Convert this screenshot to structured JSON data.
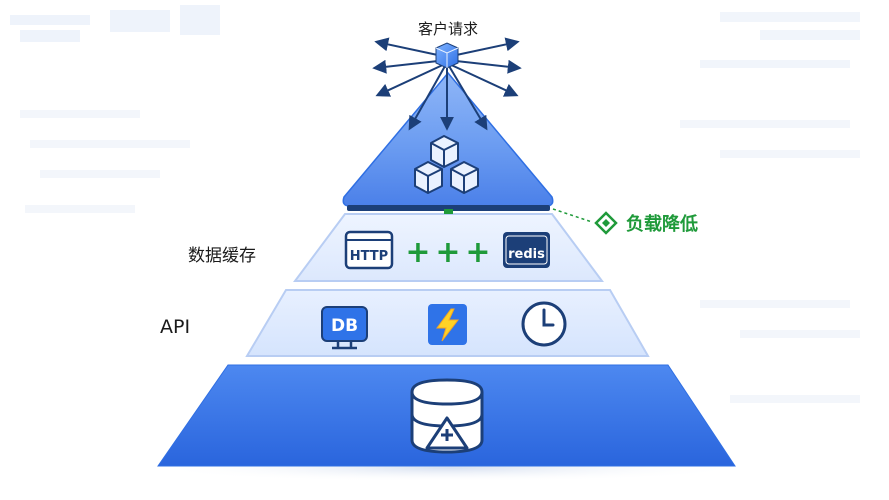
{
  "labels": {
    "top": "客户请求",
    "cache": "数据缓存",
    "api": "API",
    "load": "负载降低"
  },
  "tier2_items": {
    "http": "HTTP",
    "plus": [
      "+",
      "+",
      "+"
    ],
    "redis": "redis"
  },
  "tier3_items": {
    "db": "DB",
    "icons": [
      "database-monitor-icon",
      "lightning-bolt-icon",
      "clock-icon"
    ]
  },
  "icons": {
    "top": "cube-node-icon",
    "tier1": "stacked-cubes-icon",
    "load": "diamond-icon",
    "base": "database-cylinder-plus-icon"
  },
  "colors": {
    "accent": "#2f73e8",
    "light_tier": "#e6efff",
    "dark_tier": "#2f6fe3",
    "green": "#1f9a3a",
    "navy": "#1c3f78"
  }
}
